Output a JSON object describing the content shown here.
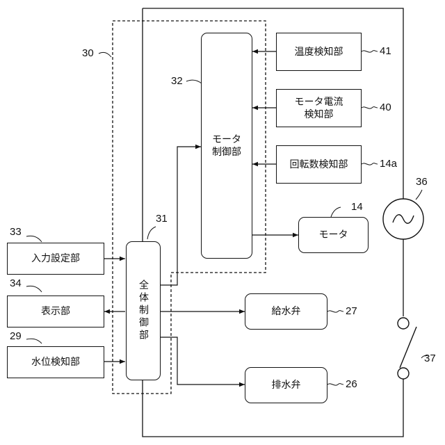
{
  "blocks": {
    "input_setting": {
      "label": "入力設定部",
      "ref": "33"
    },
    "display": {
      "label": "表示部",
      "ref": "34"
    },
    "water_level": {
      "label": "水位検知部",
      "ref": "29"
    },
    "overall_control": {
      "label": "全体制御部",
      "ref": "31"
    },
    "motor_control": {
      "label": "モータ\n制御部",
      "ref": "32"
    },
    "temperature": {
      "label": "温度検知部",
      "ref": "41"
    },
    "motor_current": {
      "label": "モータ電流\n検知部",
      "ref": "40"
    },
    "rotation": {
      "label": "回転数検知部",
      "ref": "14a"
    },
    "motor": {
      "label": "モータ",
      "ref": "14"
    },
    "water_supply_valve": {
      "label": "給水弁",
      "ref": "27"
    },
    "drain_valve": {
      "label": "排水弁",
      "ref": "26"
    }
  },
  "control_unit": {
    "ref": "30"
  },
  "ac_power": {
    "ref": "36"
  },
  "switch": {
    "ref": "37"
  }
}
